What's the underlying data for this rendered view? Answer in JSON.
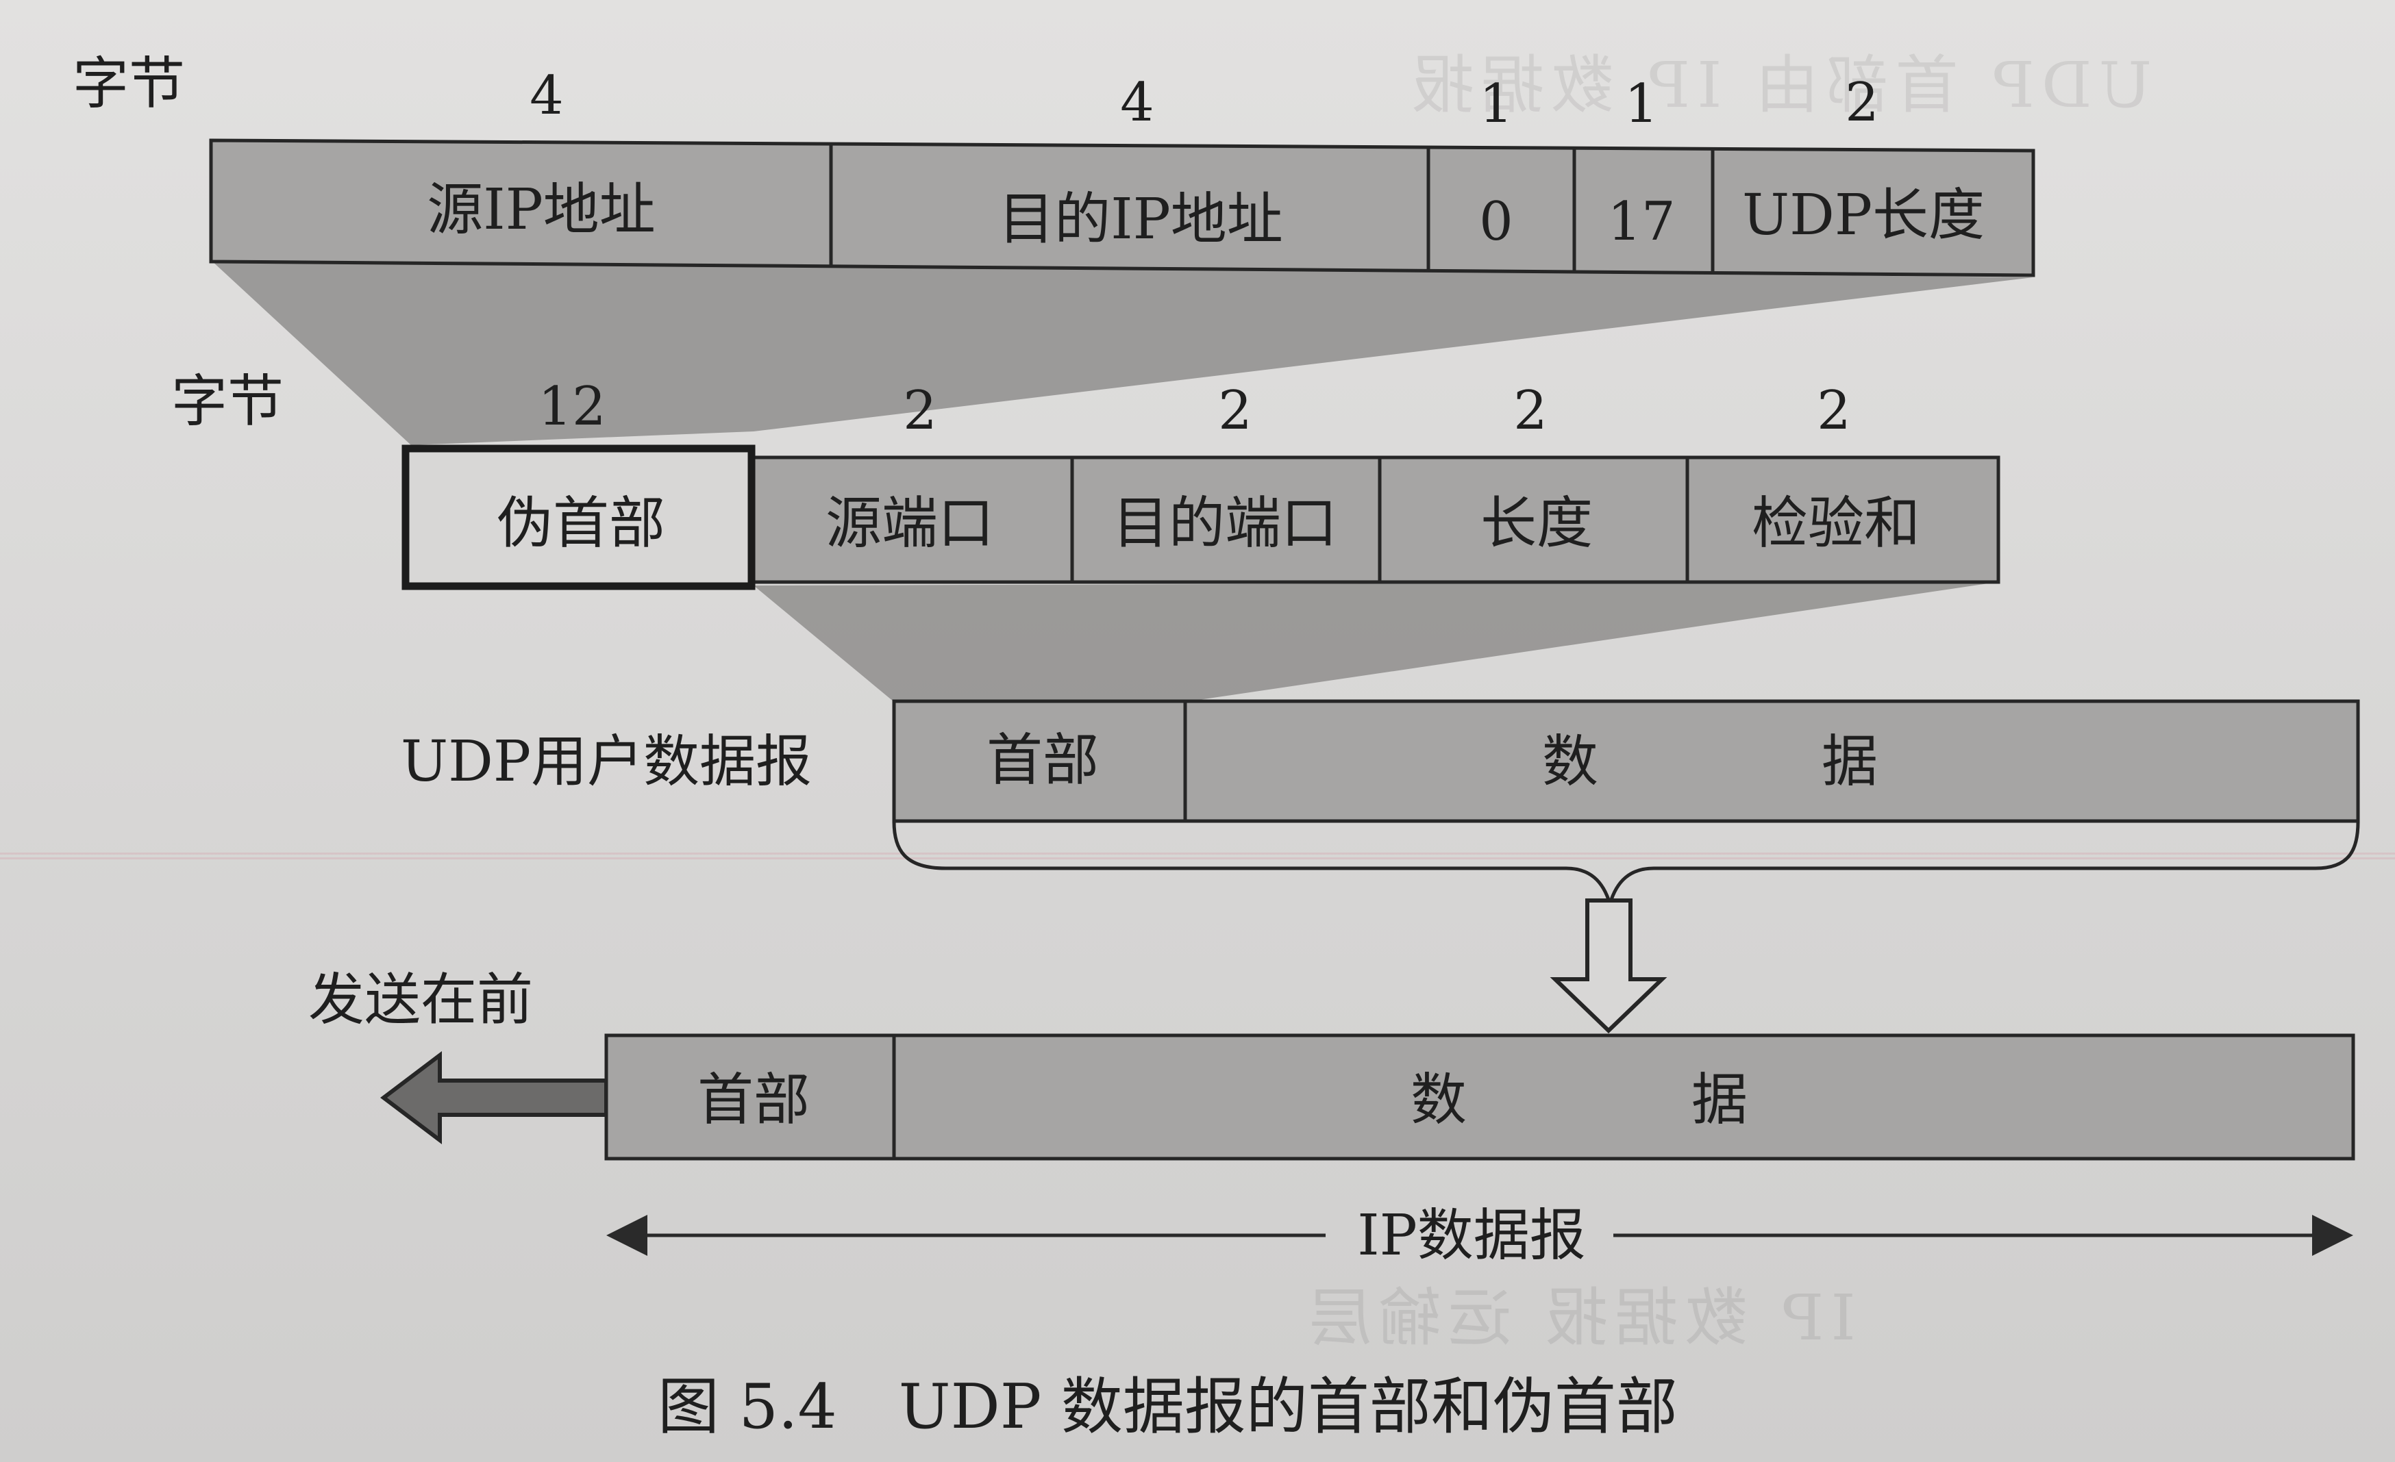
{
  "ip_pseudo_header": {
    "byte_label": "字节",
    "byte_sizes": [
      "4",
      "4",
      "1",
      "1",
      "2"
    ],
    "fields": [
      "源IP地址",
      "目的IP地址",
      "0",
      "17",
      "UDP长度"
    ]
  },
  "udp_header": {
    "byte_label": "字节",
    "byte_sizes": [
      "12",
      "2",
      "2",
      "2",
      "2"
    ],
    "fields": [
      "伪首部",
      "源端口",
      "目的端口",
      "长度",
      "检验和"
    ]
  },
  "udp_datagram": {
    "label": "UDP用户数据报",
    "header": "首部",
    "data_left": "数",
    "data_right": "据"
  },
  "ip_datagram": {
    "send_first": "发送在前",
    "header": "首部",
    "data_left": "数",
    "data_right": "据",
    "span_label": "IP数据报"
  },
  "caption": "图 5.4　UDP 数据报的首部和伪首部",
  "colors": {
    "gray_fill": "#a6a5a4",
    "light_fill": "#d8d7d6",
    "line": "#262626",
    "shade": "#8f8e8d"
  }
}
